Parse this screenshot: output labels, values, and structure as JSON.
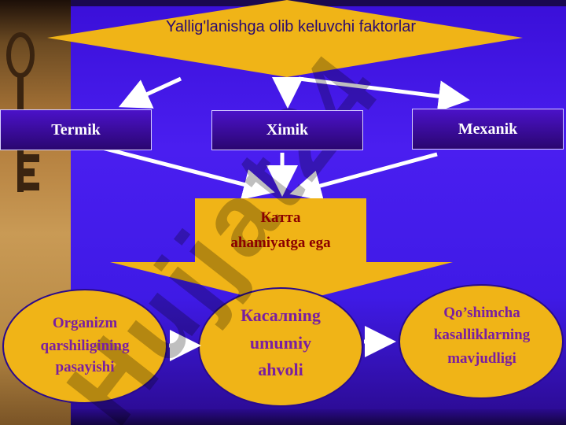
{
  "title": "Yallig'lanishga olib keluvchi faktorlar",
  "factors": [
    "Termik",
    "Ximik",
    "Mexanik"
  ],
  "center_label": [
    "Катта",
    "ahamiyatga ega"
  ],
  "outcomes": [
    [
      "Organizm",
      "qarshiligining",
      "pasayishi"
    ],
    [
      "Касалning",
      "umumiy",
      "ahvoli"
    ],
    [
      "Qo’shimcha",
      "kasalliklarning",
      "mavjudligi"
    ]
  ],
  "watermark": "Hujjat24",
  "colors": {
    "background": "#3f1ae6",
    "shape_fill": "#f0b417",
    "box_fill": "#3a0aa0",
    "label_dark": "#8b0000",
    "outcome_text": "#7a1fa0",
    "arrow": "#ffffff"
  }
}
